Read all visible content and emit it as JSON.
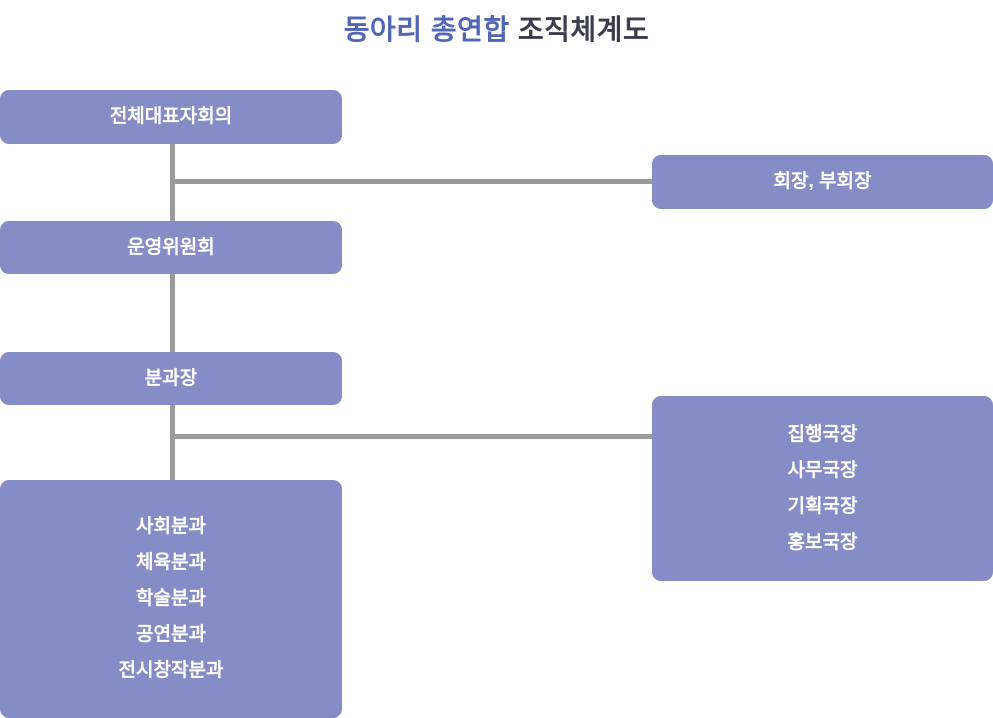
{
  "title": {
    "highlight": "동아리 총연합",
    "rest": " 조직체계도"
  },
  "colors": {
    "box_bg": "#868dc6",
    "line": "#9b9b9b",
    "accent": "#5165b5",
    "heading": "#3c3c4e",
    "box_text": "#ffffff",
    "background": "#ffffff"
  },
  "nodes": {
    "assembly": {
      "label": "전체대표자회의"
    },
    "president": {
      "label": "회장, 부회장"
    },
    "steering": {
      "label": "운영위원회"
    },
    "section_head": {
      "label": "분과장"
    },
    "directors": {
      "lines": [
        "집행국장",
        "사무국장",
        "기획국장",
        "홍보국장"
      ]
    },
    "sections": {
      "lines": [
        "사회분과",
        "체육분과",
        "학술분과",
        "공연분과",
        "전시창작분과"
      ]
    }
  }
}
